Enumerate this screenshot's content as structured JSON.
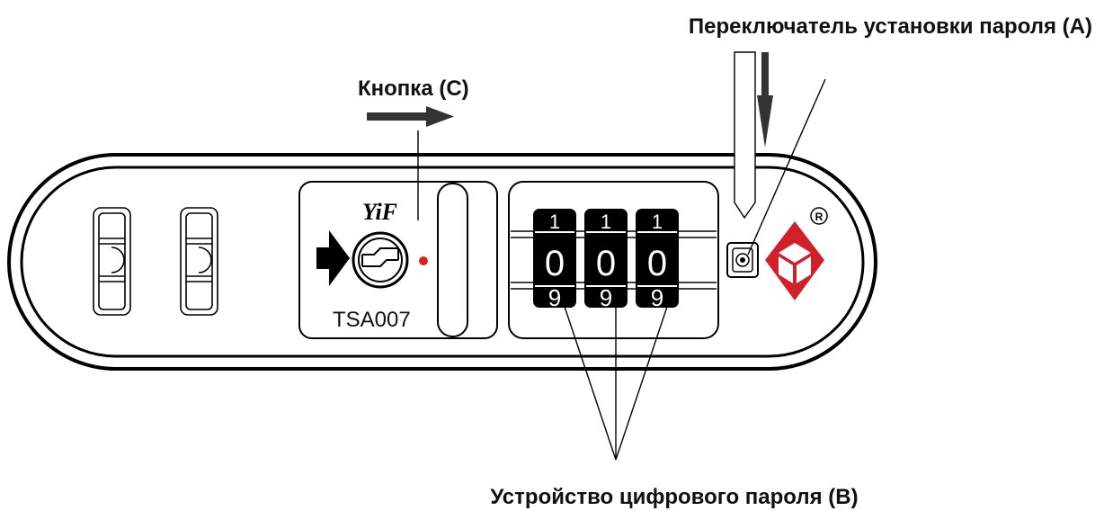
{
  "labels": {
    "switch_a": "Переключатель установки пароля (А)",
    "button_c": "Кнопка (С)",
    "dials_b": "Устройство цифрового пароля (В)"
  },
  "lock": {
    "brand": "YiF",
    "model": "TSA007",
    "registered_mark": "R",
    "dials": [
      {
        "top": "1",
        "current": "0",
        "bottom": "9"
      },
      {
        "top": "1",
        "current": "0",
        "bottom": "9"
      },
      {
        "top": "1",
        "current": "0",
        "bottom": "9"
      }
    ]
  },
  "colors": {
    "outline": "#000000",
    "indicator_dot": "#e02020",
    "tsa_logo": "#d0202a"
  }
}
